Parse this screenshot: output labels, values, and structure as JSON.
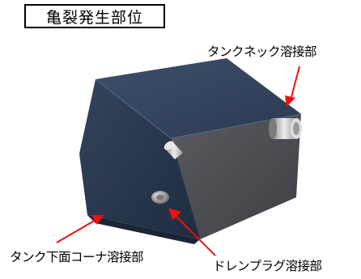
{
  "title": "亀裂発生部位",
  "labels": {
    "tank_neck": "タンクネック溶接部",
    "tank_bottom_corner": "タンク下面コーナ溶接部",
    "drain_plug": "ドレンプラグ溶接部"
  },
  "colors": {
    "title_border": "#000000",
    "arrow": "#ee1111",
    "tank_top": "#36475f",
    "tank_left": "#293950",
    "tank_right": "#4a4b4f",
    "fitting": "#cfcfcf"
  }
}
